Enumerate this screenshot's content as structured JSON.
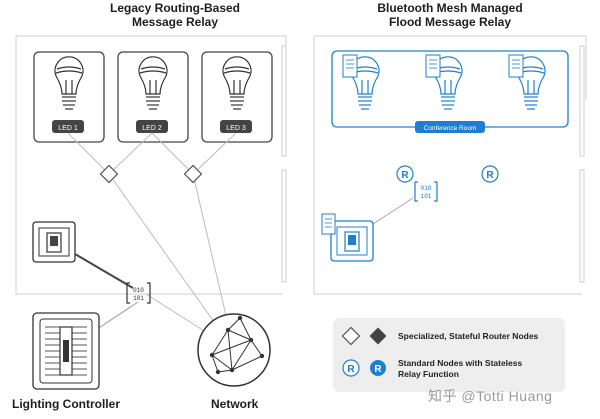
{
  "left_title": [
    "Legacy Routing-Based",
    "Message Relay"
  ],
  "right_title": [
    "Bluetooth Mesh Managed",
    "Flood Message Relay"
  ],
  "leds": [
    "LED 1",
    "LED 2",
    "LED 3"
  ],
  "room_label": "Conference Room",
  "relay_letter": "R",
  "packet_bits": [
    "010",
    "101"
  ],
  "bottom_labels": {
    "lighting_controller": "Lighting Controller",
    "network": "Network"
  },
  "legend": {
    "router_nodes": "Specialized, Stateful Router Nodes",
    "relay_nodes": [
      "Standard Nodes with Stateless",
      "Relay Function"
    ]
  },
  "watermark": "知乎 @Totti Huang",
  "colors": {
    "mesh_blue": "#1e7fd0",
    "line_dark": "#333333",
    "line_light": "#bbbbbb",
    "legend_bg": "#eeeeee"
  }
}
